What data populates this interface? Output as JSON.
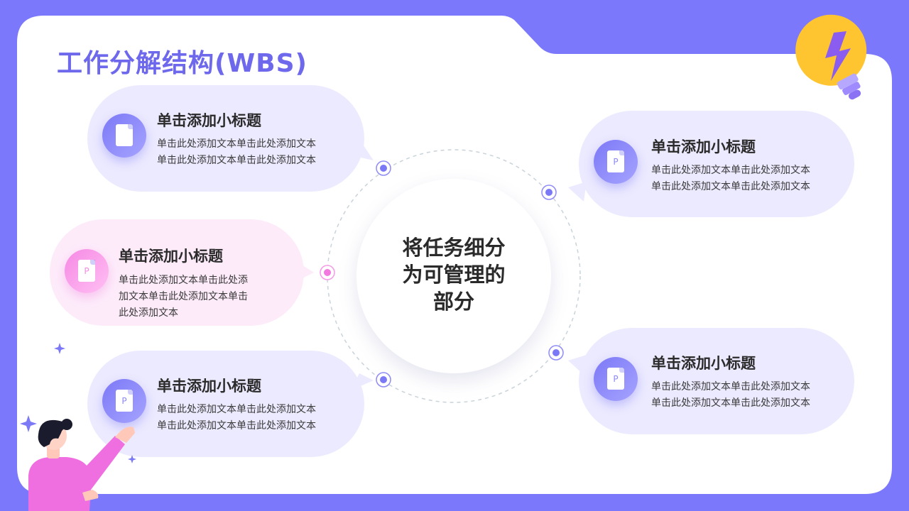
{
  "title": "工作分解结构(WBS)",
  "center": {
    "lines": [
      "将任务细分",
      "为可管理的",
      "部分"
    ]
  },
  "items": [
    {
      "title": "单击添加小标题",
      "lines": [
        "单击此处添加文本单击此处添加文本",
        "单击此处添加文本单击此处添加文本"
      ],
      "icon": "document-icon",
      "icon_letter": ""
    },
    {
      "title": "单击添加小标题",
      "lines": [
        "单击此处添加文本单击此处添",
        "加文本单击此处添加文本单击",
        "此处添加文本"
      ],
      "icon": "document-icon",
      "icon_letter": "P"
    },
    {
      "title": "单击添加小标题",
      "lines": [
        "单击此处添加文本单击此处添加文本",
        "单击此处添加文本单击此处添加文本"
      ],
      "icon": "document-icon",
      "icon_letter": "P"
    },
    {
      "title": "单击添加小标题",
      "lines": [
        "单击此处添加文本单击此处添加文本",
        "单击此处添加文本单击此处添加文本"
      ],
      "icon": "document-icon",
      "icon_letter": "P"
    },
    {
      "title": "单击添加小标题",
      "lines": [
        "单击此处添加文本单击此处添加文本",
        "单击此处添加文本单击此处添加文本"
      ],
      "icon": "document-icon",
      "icon_letter": "P"
    }
  ],
  "colors": {
    "frame": "#7B78FB",
    "accent": "#6D68EC",
    "bubble": "#ECEAFF",
    "bubble_pink": "#FDEBFA",
    "bulb": "#FFC531"
  },
  "decor_icons": [
    "lightbulb-icon",
    "sparkle-icon",
    "presenter-illustration"
  ]
}
